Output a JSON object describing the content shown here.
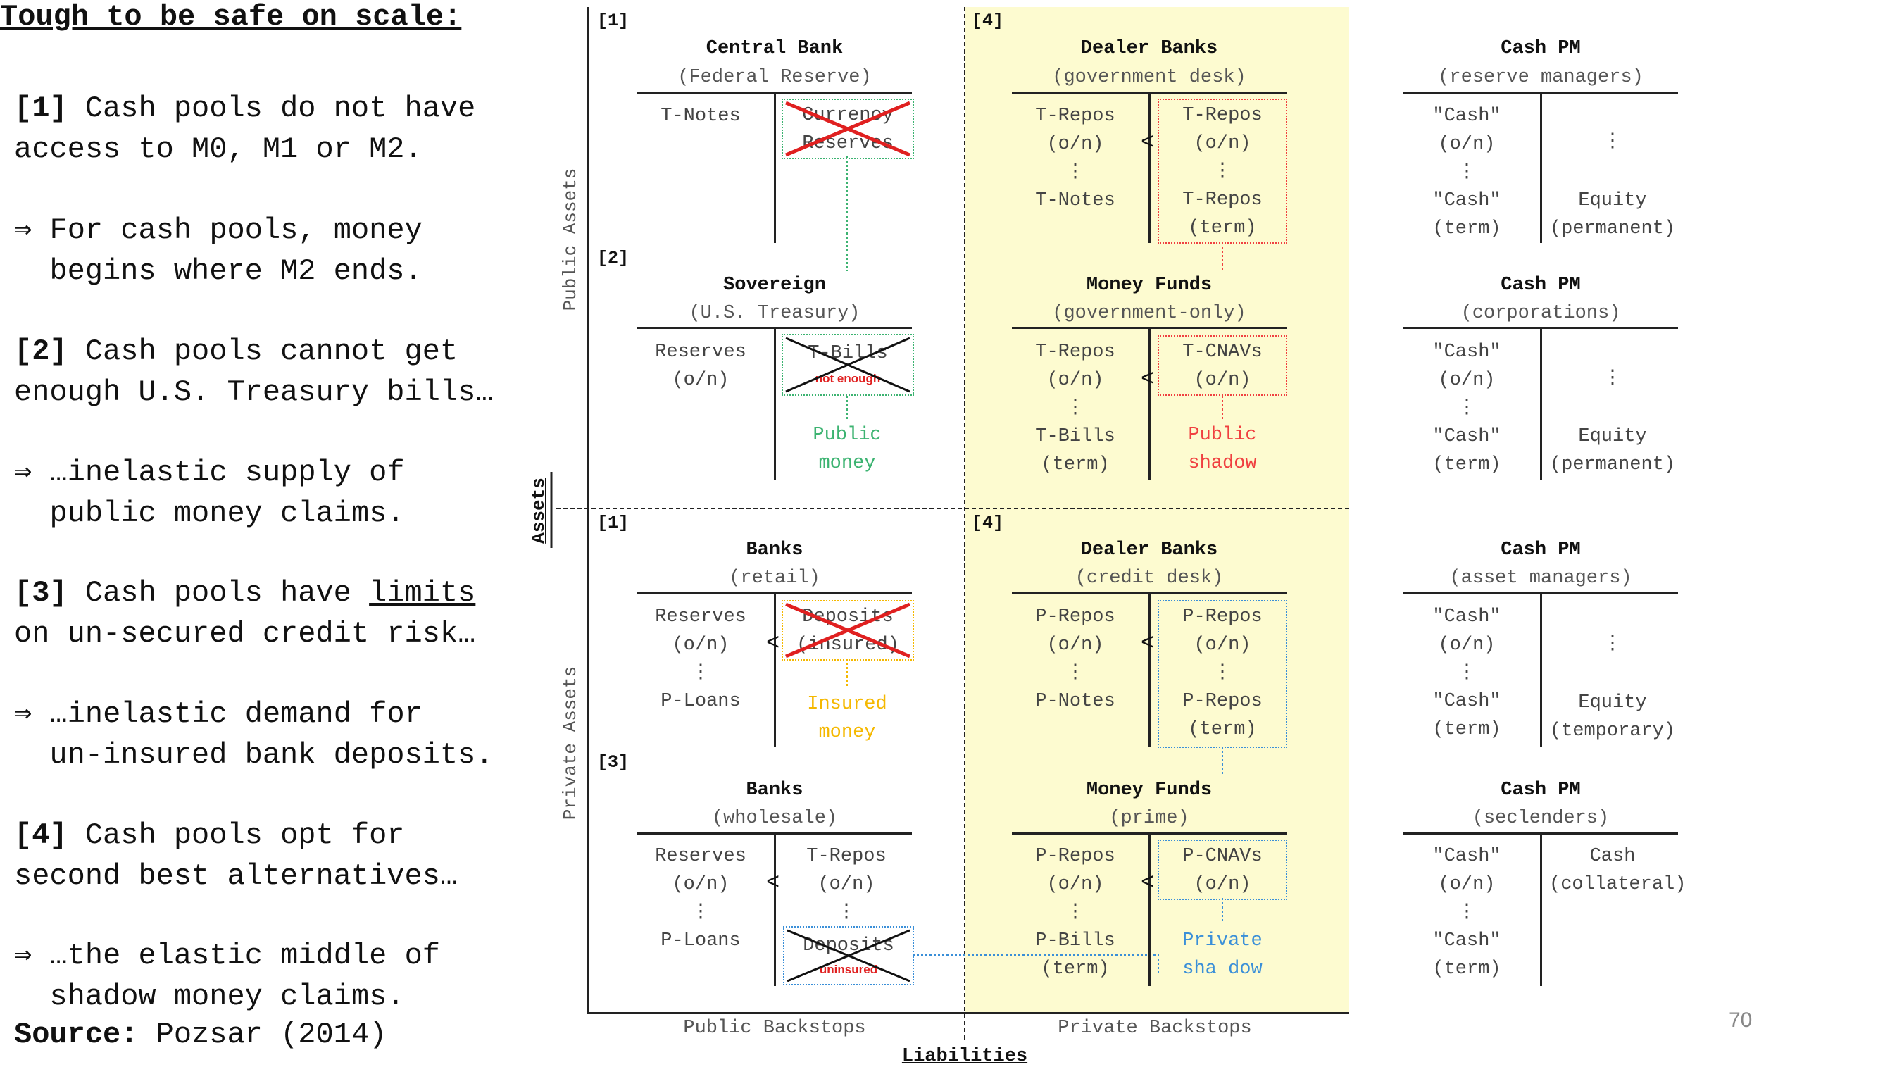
{
  "left_panel": {
    "heading": "Tough to be safe on scale:",
    "points": [
      {
        "tag": "[1]",
        "line1": " Cash pools do not have",
        "line2": "access to M0, M1 or M2."
      },
      {
        "tag": "[2]",
        "line1": " Cash pools cannot get",
        "line2": "enough U.S. Treasury bills…"
      },
      {
        "tag": "[3]",
        "line1": " Cash pools have ",
        "underlined": "limits",
        "line2": "on un-secured credit risk…"
      },
      {
        "tag": "[4]",
        "line1": " Cash pools opt for",
        "line2": "second best alternatives…"
      }
    ],
    "implications": [
      {
        "line1": "⇒ For cash pools, money",
        "line2": "  begins where M2 ends."
      },
      {
        "line1": "⇒ …inelastic supply of",
        "line2": "  public money claims."
      },
      {
        "line1": "⇒ …inelastic demand for",
        "line2": "  un-insured bank deposits."
      },
      {
        "line1": "⇒ …the elastic middle of",
        "line2": "  shadow money claims."
      }
    ],
    "source_label": "Source:",
    "source_value": " Pozsar (2014)"
  },
  "axes": {
    "public_assets": "Public Assets",
    "private_assets": "Private Assets",
    "assets": "Assets",
    "liabilities": "Liabilities",
    "public_backstops": "Public Backstops",
    "private_backstops": "Private Backstops"
  },
  "quadrant_tags": {
    "q1": "[1]",
    "q2": "[2]",
    "q4a": "[4]",
    "q1b": "[1]",
    "q3": "[3]",
    "q4b": "[4]"
  },
  "central_bank": {
    "title": "Central Bank",
    "subtitle": "(Federal Reserve)",
    "left": "T-Notes",
    "right": "Currency\nReserves"
  },
  "sovereign": {
    "title": "Sovereign",
    "subtitle": "(U.S. Treasury)",
    "left": "Reserves\n(o/n)",
    "right": "T-Bills",
    "stamp": "not enough",
    "money": "Public\nmoney"
  },
  "banks_retail": {
    "title": "Banks",
    "subtitle": "(retail)",
    "left": "Reserves\n(o/n)\n⋮\nP-Loans",
    "lt": "<",
    "right": "Deposits\n(insured)",
    "money": "Insured\nmoney"
  },
  "banks_wholesale": {
    "title": "Banks",
    "subtitle": "(wholesale)",
    "left": "Reserves\n(o/n)\n⋮\nP-Loans",
    "lt": "<",
    "right_top": "T-Repos\n(o/n)\n⋮",
    "right_box": "Deposits",
    "stamp": "uninsured"
  },
  "dealer_gov": {
    "title": "Dealer Banks",
    "subtitle": "(government desk)",
    "left": "T-Repos\n(o/n)\n⋮\nT-Notes",
    "lt": "<",
    "right": "T-Repos\n(o/n)\n⋮\nT-Repos\n(term)"
  },
  "mmf_gov": {
    "title": "Money Funds",
    "subtitle": "(government-only)",
    "left": "T-Repos\n(o/n)\n⋮\nT-Bills\n(term)",
    "lt": "<",
    "right": "T-CNAVs\n(o/n)",
    "money": "Public\nshadow"
  },
  "dealer_credit": {
    "title": "Dealer Banks",
    "subtitle": "(credit desk)",
    "left": "P-Repos\n(o/n)\n⋮\nP-Notes",
    "lt": "<",
    "right": "P-Repos\n(o/n)\n⋮\nP-Repos\n(term)"
  },
  "mmf_prime": {
    "title": "Money Funds",
    "subtitle": "(prime)",
    "left": "P-Repos\n(o/n)\n⋮\nP-Bills\n(term)",
    "lt": "<",
    "right": "P-CNAVs\n(o/n)",
    "money": "Private\nsha dow"
  },
  "cash_reserve": {
    "title": "Cash PM",
    "subtitle": "(reserve managers)",
    "left": "\"Cash\"\n(o/n)\n⋮\n\"Cash\"\n(term)",
    "right_dots": "⋮",
    "right": "Equity\n(permanent)"
  },
  "cash_corp": {
    "title": "Cash PM",
    "subtitle": "(corporations)",
    "left": "\"Cash\"\n(o/n)\n⋮\n\"Cash\"\n(term)",
    "right_dots": "⋮",
    "right": "Equity\n(permanent)"
  },
  "cash_asset": {
    "title": "Cash PM",
    "subtitle": "(asset managers)",
    "left": "\"Cash\"\n(o/n)\n⋮\n\"Cash\"\n(term)",
    "right_dots": "⋮",
    "right": "Equity\n(temporary)"
  },
  "cash_sec": {
    "title": "Cash PM",
    "subtitle": "(seclenders)",
    "left": "\"Cash\"\n(o/n)\n⋮\n\"Cash\"\n(term)",
    "right": "Cash\n(collateral)"
  },
  "colors": {
    "public_green": "#3cb371",
    "shadow_red": "#f04040",
    "insured_orange": "#f5b800",
    "private_blue": "#3a8fd8",
    "highlight": "#fdfbd0"
  },
  "page_number": "70"
}
